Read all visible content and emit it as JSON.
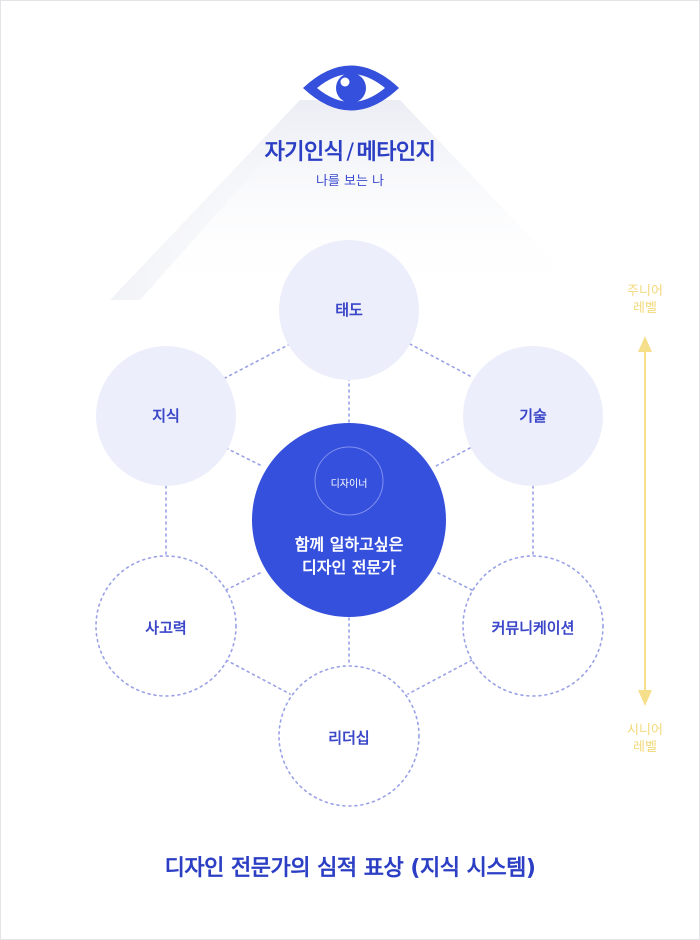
{
  "header": {
    "title_left": "자기인식",
    "title_sep": "/",
    "title_right": "메타인지",
    "subtitle": "나를 보는 나"
  },
  "center": {
    "badge": "디자이너",
    "line1": "함께 일하고싶은",
    "line2": "디자인 전문가"
  },
  "nodes": {
    "attitude": "태도",
    "knowledge": "지식",
    "skill": "기술",
    "thinking": "사고력",
    "communication": "커뮤니케이션",
    "leadership": "리더십"
  },
  "levels": {
    "junior_line1": "주니어",
    "junior_line2": "레벨",
    "senior_line1": "시니어",
    "senior_line2": "레벨"
  },
  "caption": "디자인 전문가의 심적 표상 (지식 시스템)",
  "colors": {
    "primary": "#3550dc",
    "filled_node": "#eceffb",
    "dotted_line": "#9aa2e6",
    "level_accent": "#f5df8a"
  },
  "icons": {
    "eye": "eye-icon",
    "arrow": "double-arrow-icon"
  }
}
